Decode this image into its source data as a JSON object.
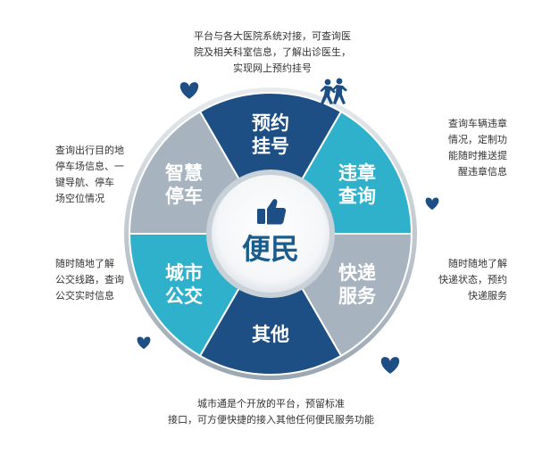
{
  "center": {
    "label": "便民"
  },
  "segments": [
    {
      "id": "appointment",
      "lines": [
        "预约",
        "挂号"
      ],
      "color": "#1d4e84"
    },
    {
      "id": "violation",
      "lines": [
        "违章",
        "查询"
      ],
      "color": "#2fb1cc"
    },
    {
      "id": "express",
      "lines": [
        "快递",
        "服务"
      ],
      "color": "#a7b4c0"
    },
    {
      "id": "others",
      "lines": [
        "其他"
      ],
      "color": "#1d4e84"
    },
    {
      "id": "bus",
      "lines": [
        "城市",
        "公交"
      ],
      "color": "#2fb1cc"
    },
    {
      "id": "parking",
      "lines": [
        "智慧",
        "停车"
      ],
      "color": "#a7b4c0"
    }
  ],
  "descriptions": {
    "top": "平台与各大医院系统对接，可查询医\n院及相关科室信息，了解出诊医生，\n实现网上预约挂号",
    "top_right": "查询车辆违章\n情况，定制功\n能随时推送提\n醒违章信息",
    "top_left": "查询出行目的地\n停车场信息、一\n键导航、停车\n场空位情况",
    "mid_left": "随时随地了解\n公交线路，查询\n公交实时信息",
    "mid_right": "随时随地了解\n快递状态，预约\n快递服务",
    "bottom": "城市通是个开放的平台，预留标准\n接口，可方便快捷的接入其他任何便民服务功能"
  },
  "icons": [
    "thumbs-up-icon",
    "heart-icon",
    "running-people-icon"
  ],
  "colors": {
    "dark_blue": "#1d4e84",
    "cyan": "#2fb1cc",
    "gray": "#a7b4c0",
    "heart": "#1d4e84"
  }
}
